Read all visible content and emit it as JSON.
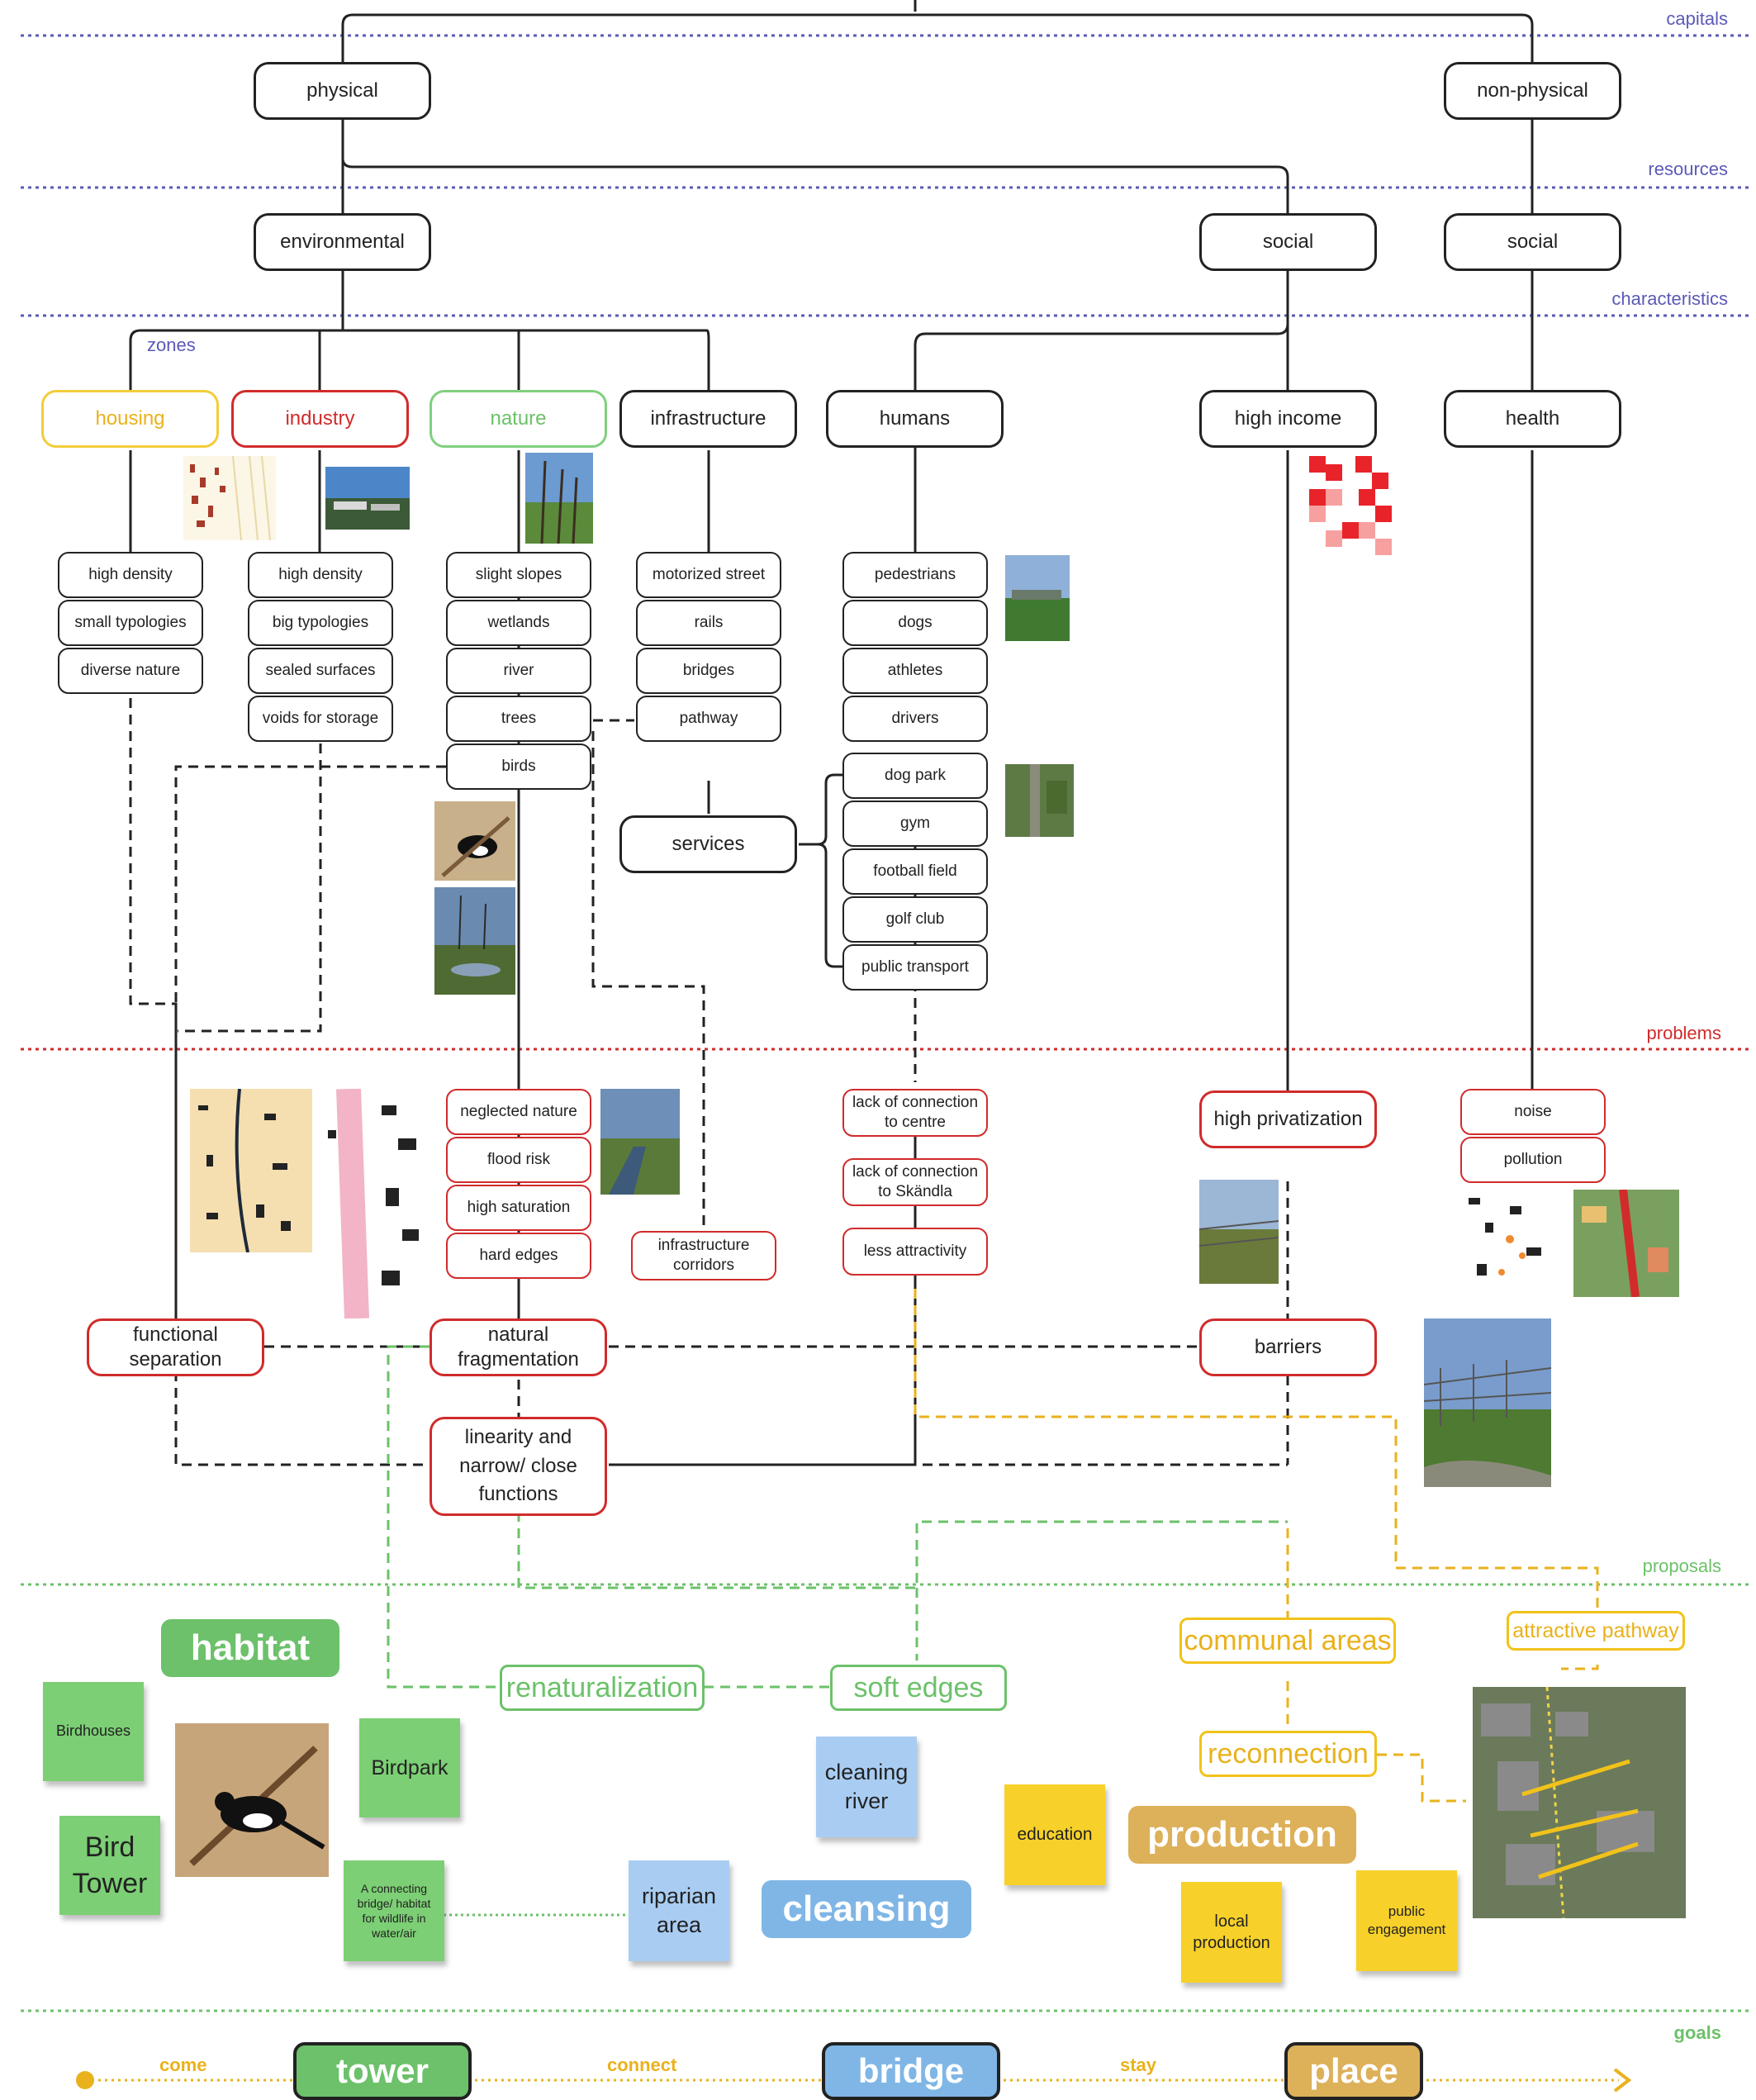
{
  "colors": {
    "dark": "#222222",
    "red": "#d12b2b",
    "green": "#6cc16a",
    "yellow": "#e9b21c",
    "blue": "#5a5ab8",
    "pink": "#f59aa9"
  },
  "levels": {
    "capitals": "capitals",
    "resources": "resources",
    "characteristics": "characteristics",
    "problems": "problems",
    "proposals": "proposals",
    "goals": "goals",
    "zones": "zones"
  },
  "capitals": {
    "physical": "physical",
    "non_physical": "non-physical"
  },
  "resources": {
    "environmental": "environmental",
    "social_1": "social",
    "social_2": "social"
  },
  "zones": {
    "housing": "housing",
    "industry": "industry",
    "nature": "nature",
    "infrastructure": "infrastructure",
    "humans": "humans",
    "high_income": "high income",
    "health": "health"
  },
  "housing_items": [
    "high density",
    "small typologies",
    "diverse nature"
  ],
  "industry_items": [
    "high density",
    "big typologies",
    "sealed surfaces",
    "voids for storage"
  ],
  "nature_items": [
    "slight slopes",
    "wetlands",
    "river",
    "trees",
    "birds"
  ],
  "infrastructure_items": [
    "motorized street",
    "rails",
    "bridges",
    "pathway"
  ],
  "human_items": [
    "pedestrians",
    "dogs",
    "athletes",
    "drivers"
  ],
  "services": "services",
  "service_items": [
    "dog park",
    "gym",
    "football field",
    "golf club",
    "public transport"
  ],
  "problems": {
    "nature": [
      "neglected nature",
      "flood risk",
      "high saturation",
      "hard edges"
    ],
    "infrastructure_corridors": "infrastructure corridors",
    "humans": [
      "lack of connection to centre",
      "lack of connection to Skändla",
      "less attractivity"
    ],
    "high_privatization": "high privatization",
    "health": [
      "noise",
      "pollution"
    ],
    "functional_separation": "functional separation",
    "natural_fragmentation": "natural fragmentation",
    "barriers": "barriers",
    "linearity": "linearity and narrow/ close functions"
  },
  "proposals": {
    "renaturalization": "renaturalization",
    "soft_edges": "soft edges",
    "communal_areas": "communal areas",
    "attractive_pathway": "attractive pathway",
    "reconnection": "reconnection"
  },
  "stickies": {
    "birdhouses": "Birdhouses",
    "birdpark": "Birdpark",
    "bird_tower": "Bird Tower",
    "connecting_bridge": "A connecting bridge/ habitat for wildlife in water/air",
    "riparian_area": "riparian area",
    "cleaning_river": "cleaning river",
    "education": "education",
    "local_production": "local production",
    "public_engagement": "public engagement"
  },
  "themes": {
    "habitat": "habitat",
    "cleansing": "cleansing",
    "production": "production"
  },
  "goals": {
    "come": "come",
    "connect": "connect",
    "stay": "stay",
    "tower": "tower",
    "bridge": "bridge",
    "place": "place"
  }
}
